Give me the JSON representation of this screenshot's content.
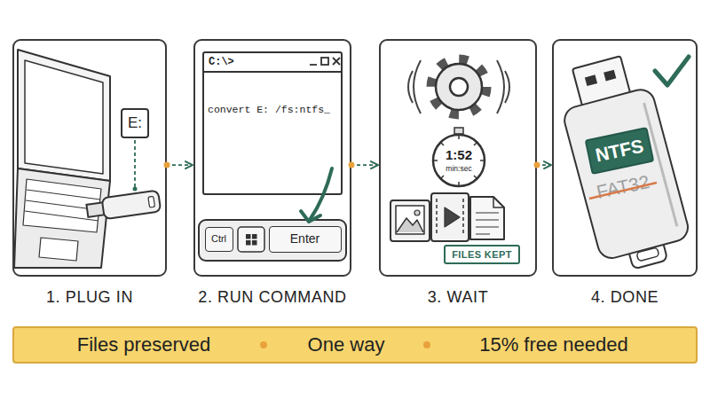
{
  "diagram": {
    "nodes": [
      {
        "text": [
          "1. PLUG IN"
        ]
      },
      {
        "text": [
          "E:"
        ],
        "in": 0
      },
      {
        "text": [
          "2. RUN COMMAND"
        ]
      },
      {
        "text": [
          "C:\\>",
          "convert E: /fs:ntfs_"
        ],
        "in": 2
      },
      {
        "text": [
          "Ctrl"
        ],
        "in": 2
      },
      {
        "text": [
          "Enter"
        ],
        "in": 2
      },
      {
        "text": [
          "3. WAIT"
        ]
      },
      {
        "text": [
          "1:52",
          "min:sec"
        ],
        "in": 6
      },
      {
        "text": [
          "FILES KEPT"
        ],
        "in": 6
      },
      {
        "text": [
          "4. DONE"
        ]
      },
      {
        "text": [
          "NTFS"
        ],
        "in": 9
      },
      {
        "text": [
          "Files preserved",
          "One way",
          "15% free needed"
        ]
      }
    ],
    "edges": [
      {
        "from": 0,
        "to": 2,
        "arrow": "to"
      },
      {
        "from": 2,
        "to": 6,
        "arrow": "to"
      },
      {
        "from": 6,
        "to": 9,
        "arrow": "to"
      }
    ],
    "labels": [
      "FAT32"
    ]
  }
}
